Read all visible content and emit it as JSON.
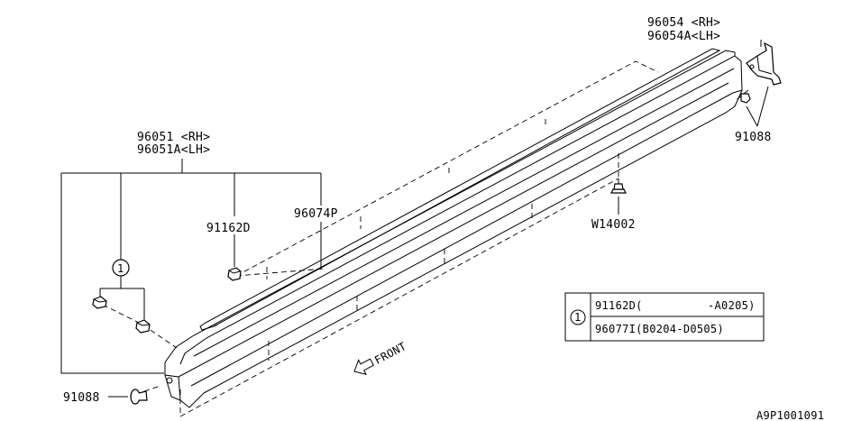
{
  "labels": {
    "molding_rh": "96051 <RH>",
    "molding_lh": "96051A<LH>",
    "clip_91162d": "91162D",
    "tape_96074p": "96074P",
    "rear_rh": "96054 <RH>",
    "rear_lh": "96054A<LH>",
    "screw_rear": "91088",
    "clip_w14002": "W14002",
    "screw_front": "91088",
    "front_arrow": "FRONT",
    "ref_marker": "1",
    "figure_id": "A9P1001091"
  },
  "table": {
    "marker": "1",
    "rows": [
      {
        "part": "91162D(",
        "range": "-A0205)"
      },
      {
        "part": "96077I(B0204-D0505)",
        "range": ""
      }
    ]
  }
}
